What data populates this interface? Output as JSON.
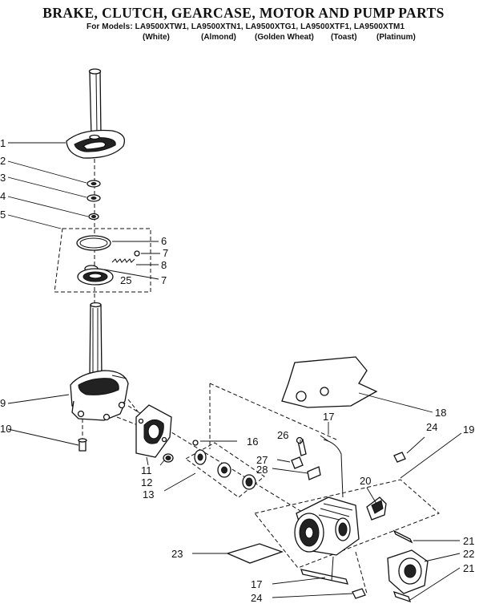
{
  "header": {
    "title": "BRAKE, CLUTCH, GEARCASE, MOTOR AND  PUMP PARTS",
    "models_line": "For Models: LA9500XTW1, LA9500XTN1, LA9500XTG1, LA9500XTF1, LA9500XTM1",
    "colors": [
      "(White)",
      "(Almond)",
      "(Golden Wheat)",
      "(Toast)",
      "(Platinum)"
    ]
  },
  "callouts": {
    "c1": "1",
    "c2": "2",
    "c3": "3",
    "c4": "4",
    "c5": "5",
    "c6": "6",
    "c7a": "7",
    "c8": "8",
    "c7b": "7",
    "c25": "25",
    "c9": "9",
    "c10": "10",
    "c11": "11",
    "c12": "12",
    "c13": "13",
    "c16": "16",
    "c17a": "17",
    "c26": "26",
    "c27": "27",
    "c28": "28",
    "c24a": "24",
    "c19": "19",
    "c18": "18",
    "c20": "20",
    "c21a": "21",
    "c22": "22",
    "c21b": "21",
    "c23": "23",
    "c17b": "17",
    "c24b": "24"
  }
}
